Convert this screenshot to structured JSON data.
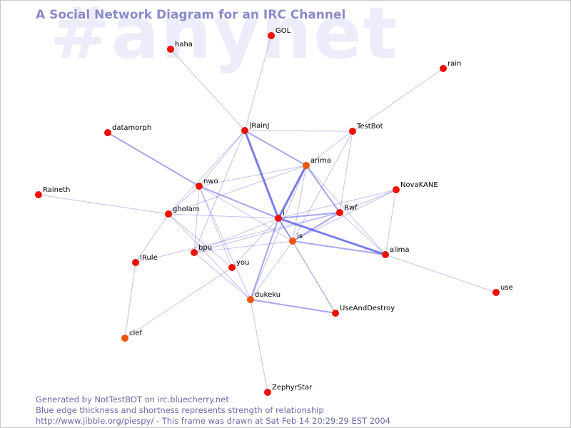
{
  "watermark": "#anynet",
  "title": "A Social Network Diagram for an IRC Channel",
  "footer": {
    "line1": "Generated by NotTestBOT on irc.bluecherry.net",
    "line2": "Blue edge thickness and shortness represents strength of relationship",
    "line3": "http://www.jibble.org/piespy/ - This frame was drawn at Sat Feb 14 20:29:29 EST 2004"
  },
  "colors": {
    "node": "#ee1100",
    "node_alt": "#ee5500",
    "edge": "#5050e0"
  },
  "nodes": [
    {
      "id": "GOL",
      "label": "GOL"
    },
    {
      "id": "haha",
      "label": "haha"
    },
    {
      "id": "rain",
      "label": "rain"
    },
    {
      "id": "RainJ",
      "label": "|RainJ"
    },
    {
      "id": "TestBot",
      "label": "TestBot"
    },
    {
      "id": "datamorph",
      "label": "datamorph"
    },
    {
      "id": "arima",
      "label": "arima",
      "alt": true
    },
    {
      "id": "nwo",
      "label": "nwo"
    },
    {
      "id": "NovaKANE",
      "label": "NovaKANE"
    },
    {
      "id": "Raineth",
      "label": "Raineth"
    },
    {
      "id": "gholam",
      "label": "gholam"
    },
    {
      "id": "Rwf",
      "label": "Rwf"
    },
    {
      "id": "i",
      "label": "i"
    },
    {
      "id": "is",
      "label": "is",
      "alt": true
    },
    {
      "id": "bpu",
      "label": "bpu"
    },
    {
      "id": "alima",
      "label": "alima"
    },
    {
      "id": "IRule",
      "label": "IRule"
    },
    {
      "id": "you",
      "label": "you"
    },
    {
      "id": "use",
      "label": "use"
    },
    {
      "id": "dukeku",
      "label": "dukeku",
      "alt": true
    },
    {
      "id": "UseAndDestroy",
      "label": "UseAndDestroy"
    },
    {
      "id": "clef",
      "label": "clef",
      "alt": true
    },
    {
      "id": "ZephyrStar",
      "label": "ZephyrStar"
    }
  ],
  "edges": [
    {
      "from": "GOL",
      "to": "RainJ",
      "strength": 1
    },
    {
      "from": "haha",
      "to": "RainJ",
      "strength": 1
    },
    {
      "from": "rain",
      "to": "TestBot",
      "strength": 1
    },
    {
      "from": "RainJ",
      "to": "TestBot",
      "strength": 1
    },
    {
      "from": "RainJ",
      "to": "arima",
      "strength": 2
    },
    {
      "from": "RainJ",
      "to": "i",
      "strength": 3
    },
    {
      "from": "RainJ",
      "to": "nwo",
      "strength": 1
    },
    {
      "from": "RainJ",
      "to": "gholam",
      "strength": 1
    },
    {
      "from": "RainJ",
      "to": "bpu",
      "strength": 1
    },
    {
      "from": "TestBot",
      "to": "Rwf",
      "strength": 1
    },
    {
      "from": "TestBot",
      "to": "arima",
      "strength": 1
    },
    {
      "from": "TestBot",
      "to": "is",
      "strength": 1
    },
    {
      "from": "datamorph",
      "to": "nwo",
      "strength": 2
    },
    {
      "from": "arima",
      "to": "i",
      "strength": 3
    },
    {
      "from": "arima",
      "to": "nwo",
      "strength": 1
    },
    {
      "from": "arima",
      "to": "Rwf",
      "strength": 2
    },
    {
      "from": "arima",
      "to": "is",
      "strength": 1
    },
    {
      "from": "arima",
      "to": "dukeku",
      "strength": 1
    },
    {
      "from": "arima",
      "to": "alima",
      "strength": 1
    },
    {
      "from": "arima",
      "to": "gholam",
      "strength": 1
    },
    {
      "from": "nwo",
      "to": "i",
      "strength": 2
    },
    {
      "from": "nwo",
      "to": "gholam",
      "strength": 1
    },
    {
      "from": "nwo",
      "to": "bpu",
      "strength": 1
    },
    {
      "from": "nwo",
      "to": "you",
      "strength": 1
    },
    {
      "from": "nwo",
      "to": "dukeku",
      "strength": 1
    },
    {
      "from": "nwo",
      "to": "is",
      "strength": 1
    },
    {
      "from": "NovaKANE",
      "to": "Rwf",
      "strength": 1
    },
    {
      "from": "NovaKANE",
      "to": "alima",
      "strength": 1
    },
    {
      "from": "NovaKANE",
      "to": "i",
      "strength": 1
    },
    {
      "from": "NovaKANE",
      "to": "is",
      "strength": 1
    },
    {
      "from": "Raineth",
      "to": "gholam",
      "strength": 1
    },
    {
      "from": "gholam",
      "to": "i",
      "strength": 1
    },
    {
      "from": "gholam",
      "to": "IRule",
      "strength": 1
    },
    {
      "from": "gholam",
      "to": "dukeku",
      "strength": 1
    },
    {
      "from": "gholam",
      "to": "you",
      "strength": 1
    },
    {
      "from": "Rwf",
      "to": "i",
      "strength": 2
    },
    {
      "from": "Rwf",
      "to": "is",
      "strength": 2
    },
    {
      "from": "Rwf",
      "to": "bpu",
      "strength": 1
    },
    {
      "from": "Rwf",
      "to": "IRule",
      "strength": 1
    },
    {
      "from": "Rwf",
      "to": "alima",
      "strength": 1
    },
    {
      "from": "i",
      "to": "is",
      "strength": 2
    },
    {
      "from": "i",
      "to": "alima",
      "strength": 3
    },
    {
      "from": "i",
      "to": "dukeku",
      "strength": 2
    },
    {
      "from": "i",
      "to": "bpu",
      "strength": 1
    },
    {
      "from": "i",
      "to": "you",
      "strength": 1
    },
    {
      "from": "is",
      "to": "alima",
      "strength": 2
    },
    {
      "from": "is",
      "to": "bpu",
      "strength": 1
    },
    {
      "from": "is",
      "to": "dukeku",
      "strength": 1
    },
    {
      "from": "is",
      "to": "UseAndDestroy",
      "strength": 1
    },
    {
      "from": "i",
      "to": "UseAndDestroy",
      "strength": 1
    },
    {
      "from": "bpu",
      "to": "dukeku",
      "strength": 1
    },
    {
      "from": "alima",
      "to": "use",
      "strength": 1
    },
    {
      "from": "IRule",
      "to": "clef",
      "strength": 1
    },
    {
      "from": "you",
      "to": "clef",
      "strength": 1
    },
    {
      "from": "dukeku",
      "to": "UseAndDestroy",
      "strength": 2
    },
    {
      "from": "dukeku",
      "to": "ZephyrStar",
      "strength": 1
    }
  ]
}
